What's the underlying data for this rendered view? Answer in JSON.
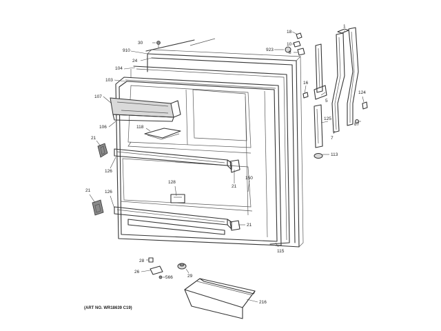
{
  "diagram": {
    "callouts": [
      {
        "id": "c30",
        "label": "30"
      },
      {
        "id": "c910",
        "label": "910"
      },
      {
        "id": "c24",
        "label": "24"
      },
      {
        "id": "c104",
        "label": "104"
      },
      {
        "id": "c103",
        "label": "103"
      },
      {
        "id": "c107",
        "label": "107"
      },
      {
        "id": "c106",
        "label": "106"
      },
      {
        "id": "c118",
        "label": "118"
      },
      {
        "id": "c21a",
        "label": "21"
      },
      {
        "id": "c126a",
        "label": "126"
      },
      {
        "id": "c21b",
        "label": "21"
      },
      {
        "id": "c126b",
        "label": "126"
      },
      {
        "id": "c128",
        "label": "128"
      },
      {
        "id": "c21c",
        "label": "21"
      },
      {
        "id": "c150",
        "label": "150"
      },
      {
        "id": "c21d",
        "label": "21"
      },
      {
        "id": "c115",
        "label": "115"
      },
      {
        "id": "c18",
        "label": "18"
      },
      {
        "id": "c10",
        "label": "10"
      },
      {
        "id": "c923",
        "label": "923"
      },
      {
        "id": "c8",
        "label": "8"
      },
      {
        "id": "c16",
        "label": "16"
      },
      {
        "id": "c5",
        "label": "5"
      },
      {
        "id": "c1",
        "label": "1"
      },
      {
        "id": "c124",
        "label": "124"
      },
      {
        "id": "c87",
        "label": "87"
      },
      {
        "id": "c125",
        "label": "125"
      },
      {
        "id": "c7",
        "label": "7"
      },
      {
        "id": "c113",
        "label": "113"
      },
      {
        "id": "c28",
        "label": "28"
      },
      {
        "id": "c26",
        "label": "26"
      },
      {
        "id": "c566",
        "label": "566"
      },
      {
        "id": "c29",
        "label": "29"
      },
      {
        "id": "c216",
        "label": "216"
      }
    ],
    "art_number": "(ART NO. WR18639 C19)"
  }
}
